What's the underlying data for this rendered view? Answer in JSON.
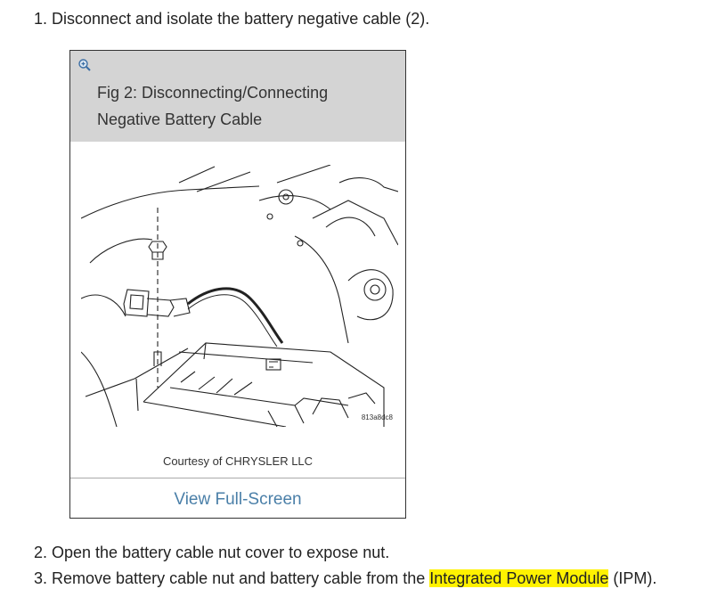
{
  "steps": {
    "s1": "1. Disconnect and isolate the battery negative cable (2).",
    "s2": "2. Open the battery cable nut cover to expose nut.",
    "s3_pre": "3. Remove battery cable nut and battery cable from the ",
    "s3_highlight": "Integrated Power Module",
    "s3_post": " (IPM)."
  },
  "figure": {
    "title": "Fig 2: Disconnecting/Connecting Negative Battery Cable",
    "code": "813a8dc8",
    "courtesy": "Courtesy of CHRYSLER LLC",
    "fullscreen_link": "View Full-Screen",
    "zoom_icon": "zoom-in-icon"
  },
  "colors": {
    "header_bg": "#d4d4d4",
    "link": "#4a7fa8",
    "highlight": "#fff200"
  }
}
